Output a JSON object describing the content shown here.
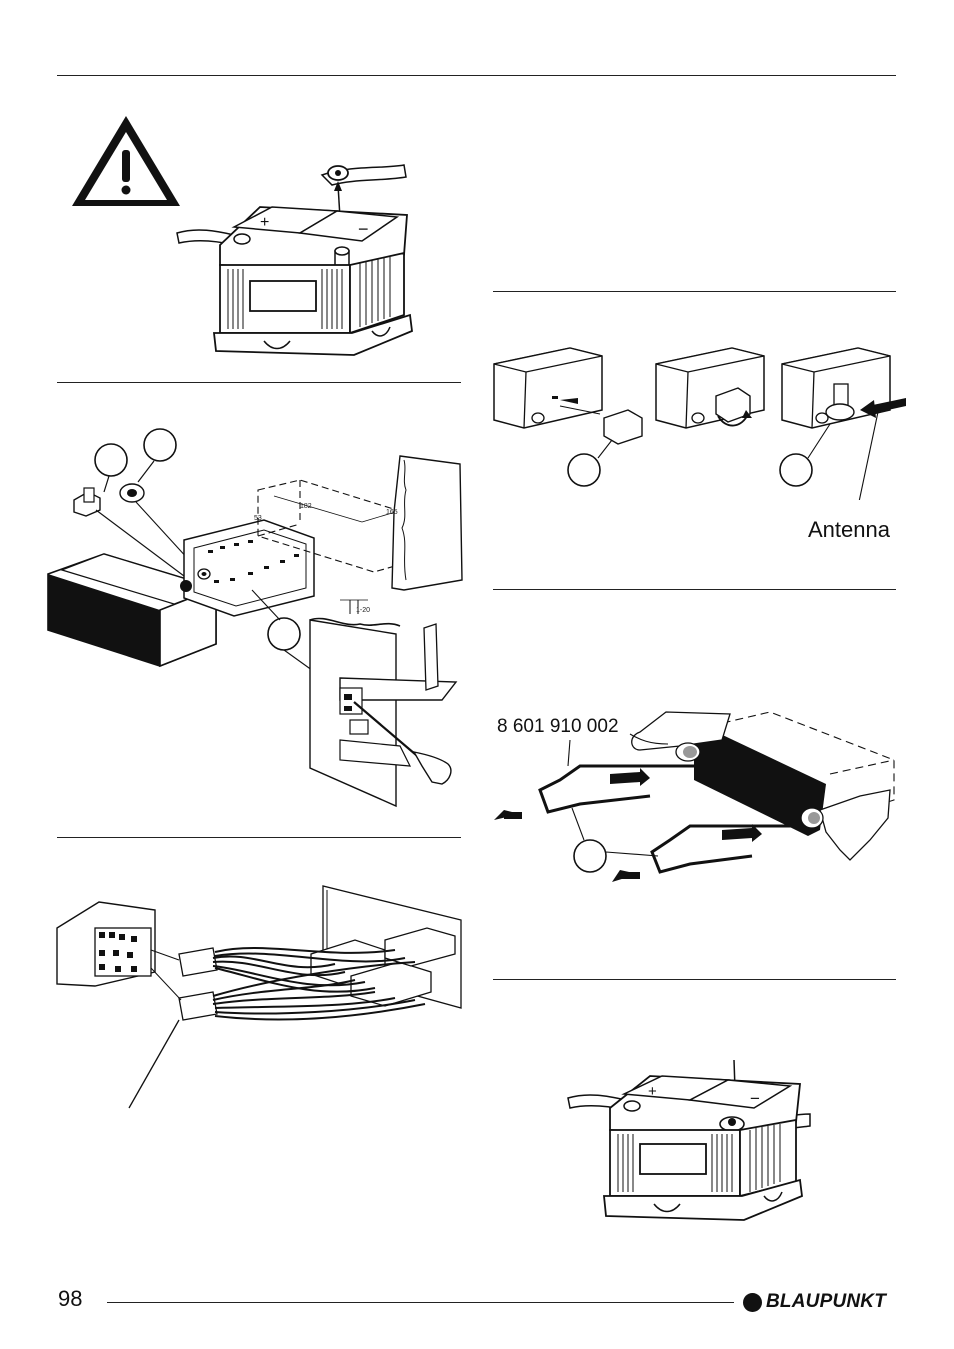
{
  "callouts": {
    "antenna_label": "Antenna",
    "tool_part_number": "8 601 910 002"
  },
  "dimensions": {
    "width": "182",
    "height": "53",
    "depth": "165",
    "panel": "1-20"
  },
  "footer": {
    "page_number": "98",
    "brand": "BLAUPUNKT"
  },
  "colors": {
    "ink": "#111111",
    "paper": "#ffffff"
  }
}
